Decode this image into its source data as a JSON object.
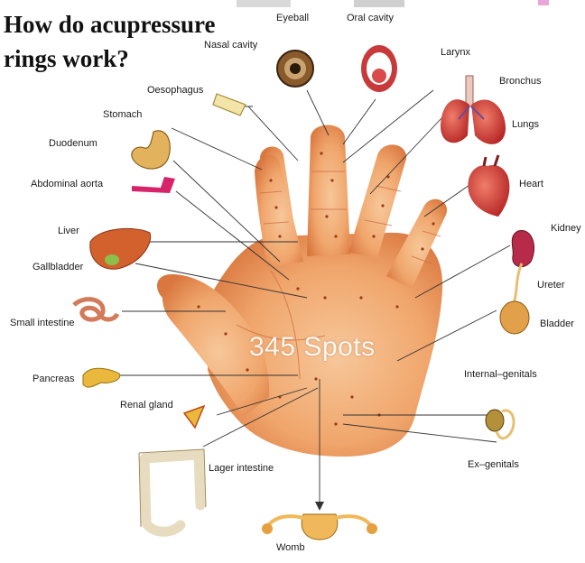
{
  "title_line1": "How do acupressure",
  "title_line2": "rings work?",
  "watermark": "345 Spots",
  "labels": {
    "eyeball": "Eyeball",
    "oral_cavity": "Oral cavity",
    "nasal_cavity": "Nasal cavity",
    "larynx": "Larynx",
    "oesophagus": "Oesophagus",
    "bronchus": "Bronchus",
    "stomach": "Stomach",
    "lungs": "Lungs",
    "duodenum": "Duodenum",
    "heart": "Heart",
    "abdominal_aorta": "Abdominal aorta",
    "kidney": "Kidney",
    "liver": "Liver",
    "gallbladder": "Gallbladder",
    "ureter": "Ureter",
    "small_intestine": "Small intestine",
    "bladder": "Bladder",
    "internal_genitals": "Internal–genitals",
    "pancreas": "Pancreas",
    "renal_gland": "Renal gland",
    "ex_genitals": "Ex–genitals",
    "lager_intestine": "Lager intestine",
    "womb": "Womb"
  },
  "colors": {
    "skin": "#f0a66c",
    "skin_dark": "#d9773f",
    "organ_red": "#d63a3a",
    "organ_pink": "#d6246a",
    "organ_yellow": "#e9b83c",
    "leader_line": "#333333"
  }
}
